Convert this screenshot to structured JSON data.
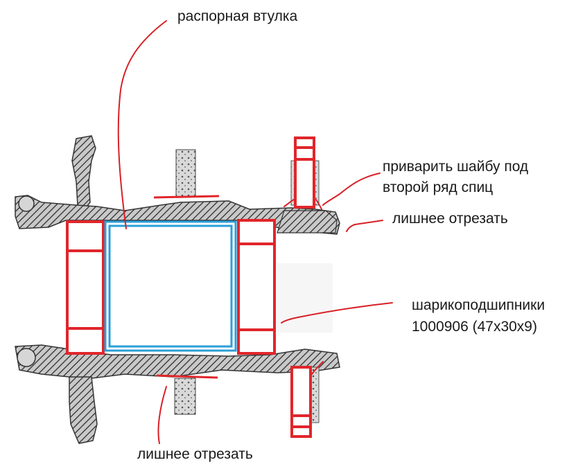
{
  "annotations": {
    "spacer_sleeve": "распорная втулка",
    "weld_washer_line1": "приварить шайбу под",
    "weld_washer_line2": "второй ряд спиц",
    "cut_excess_right": "лишнее отрезать",
    "bearings_line1": "шарикоподшипники",
    "bearings_line2": "1000906 (47x30x9)",
    "cut_excess_bottom": "лишнее отрезать"
  },
  "colors": {
    "bearing_outline": "#e0262b",
    "sleeve_outline": "#2a9fd8",
    "leader_line": "#d81f26",
    "hatching": "#3a3a3a",
    "background": "#ffffff"
  }
}
